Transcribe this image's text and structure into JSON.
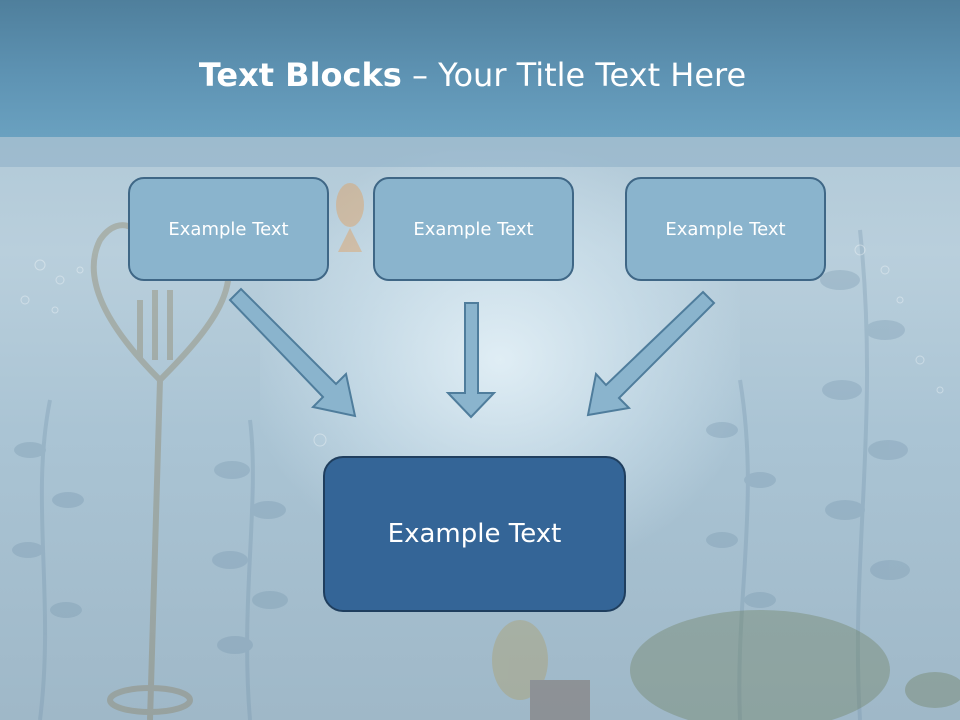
{
  "slide": {
    "title_bold": "Text Blocks",
    "title_rest": " – Your Title Text Here",
    "boxes": [
      {
        "text": "Example Text"
      },
      {
        "text": "Example Text"
      },
      {
        "text": "Example Text"
      }
    ],
    "main_box": {
      "text": "Example Text"
    }
  },
  "colors": {
    "title_bar": "#5e93b3",
    "box_fill": "#8ab4cd",
    "main_box_fill": "#346597",
    "arrow_fill": "#8ab4cd",
    "arrow_stroke": "#4f7d9c"
  },
  "icons": {
    "arrows": [
      "arrow-down-right-icon",
      "arrow-down-icon",
      "arrow-down-left-icon"
    ]
  }
}
